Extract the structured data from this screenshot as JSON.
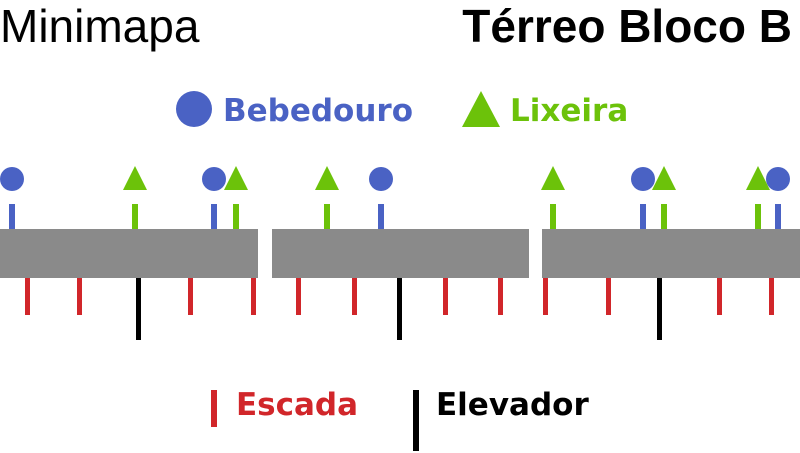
{
  "header": {
    "left_title": "Minimapa",
    "right_title": "Térreo Bloco B"
  },
  "legend": {
    "bebedouro": {
      "label": "Bebedouro",
      "icon": "circle-icon",
      "color": "#4a62c4"
    },
    "lixeira": {
      "label": "Lixeira",
      "icon": "triangle-icon",
      "color": "#6cc20a"
    },
    "escada": {
      "label": "Escada",
      "icon": "red-line-icon",
      "color": "#d1262a"
    },
    "elevador": {
      "label": "Elevador",
      "icon": "black-line-icon",
      "color": "#000000"
    }
  },
  "map": {
    "corridor_color": "#8a8a8a",
    "corridor_segments": 3
  }
}
